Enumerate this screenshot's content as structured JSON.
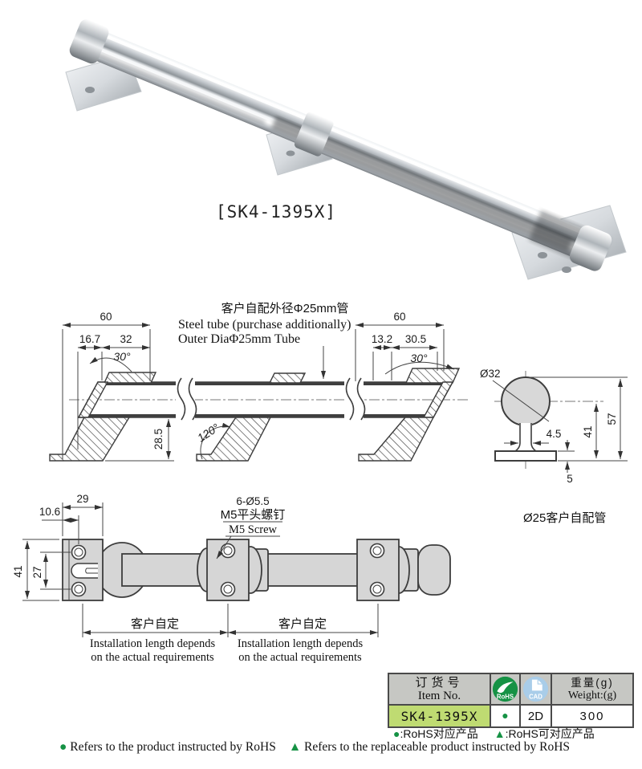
{
  "photo": {
    "product_code": "[SK4-1395X]"
  },
  "side_view": {
    "title_cn": "客户自配外径Φ25mm管",
    "title_en_line1": "Steel tube (purchase additionally)",
    "title_en_line2": "Outer DiaΦ25mm Tube",
    "dim_left_total": "60",
    "dim_left_offset": "16.7",
    "dim_left_span": "32",
    "dim_left_angle": "30°",
    "dim_leg_height": "28.5",
    "dim_leg_angle": "120°",
    "dim_right_total": "60",
    "dim_right_offset": "13.2",
    "dim_right_span": "30.5",
    "dim_right_angle": "30°"
  },
  "cross_section": {
    "dim_diameter": "Ø32",
    "dim_stem_width": "4.5",
    "dim_center_height": "41",
    "dim_total_height": "57",
    "dim_base_thickness": "5",
    "caption": "Ø25客户自配管"
  },
  "plan_view": {
    "dim_plate_width": "29",
    "dim_screw_offset": "10.6",
    "dim_plate_height": "41",
    "dim_screw_pitch": "27",
    "screw_note_line1": "6-Ø5.5",
    "screw_note_line2": "M5平头螺钉",
    "screw_note_line3": "M5 Screw",
    "span_label": "客户自定",
    "span_note_line1": "Installation length depends",
    "span_note_line2": "on the actual requirements"
  },
  "spec_table": {
    "header_item_cn": "订货号",
    "header_item_en": "Item No.",
    "rohs_badge": "RoHS",
    "cad_badge": "CAD",
    "header_weight_cn": "重量(g)",
    "header_weight_en": "Weight:(g)",
    "row": {
      "item_no": "SK4-1395X",
      "rohs_mark": "●",
      "cad": "2D",
      "weight": "300"
    }
  },
  "legend": {
    "dot_symbol": "●",
    "tri_symbol": "▲",
    "dot_text_cn": ":RoHS对应产品",
    "tri_text_cn": ":RoHS可对应产品",
    "dot_text_en": "Refers to the product instructed by RoHS",
    "tri_text_en": "Refers to the replaceable product instructed by RoHS"
  },
  "colors": {
    "accent_green": "#169245",
    "cad_blue": "#a9cde9",
    "header_gray": "#c6c7c3",
    "item_green": "#bfdb72"
  }
}
